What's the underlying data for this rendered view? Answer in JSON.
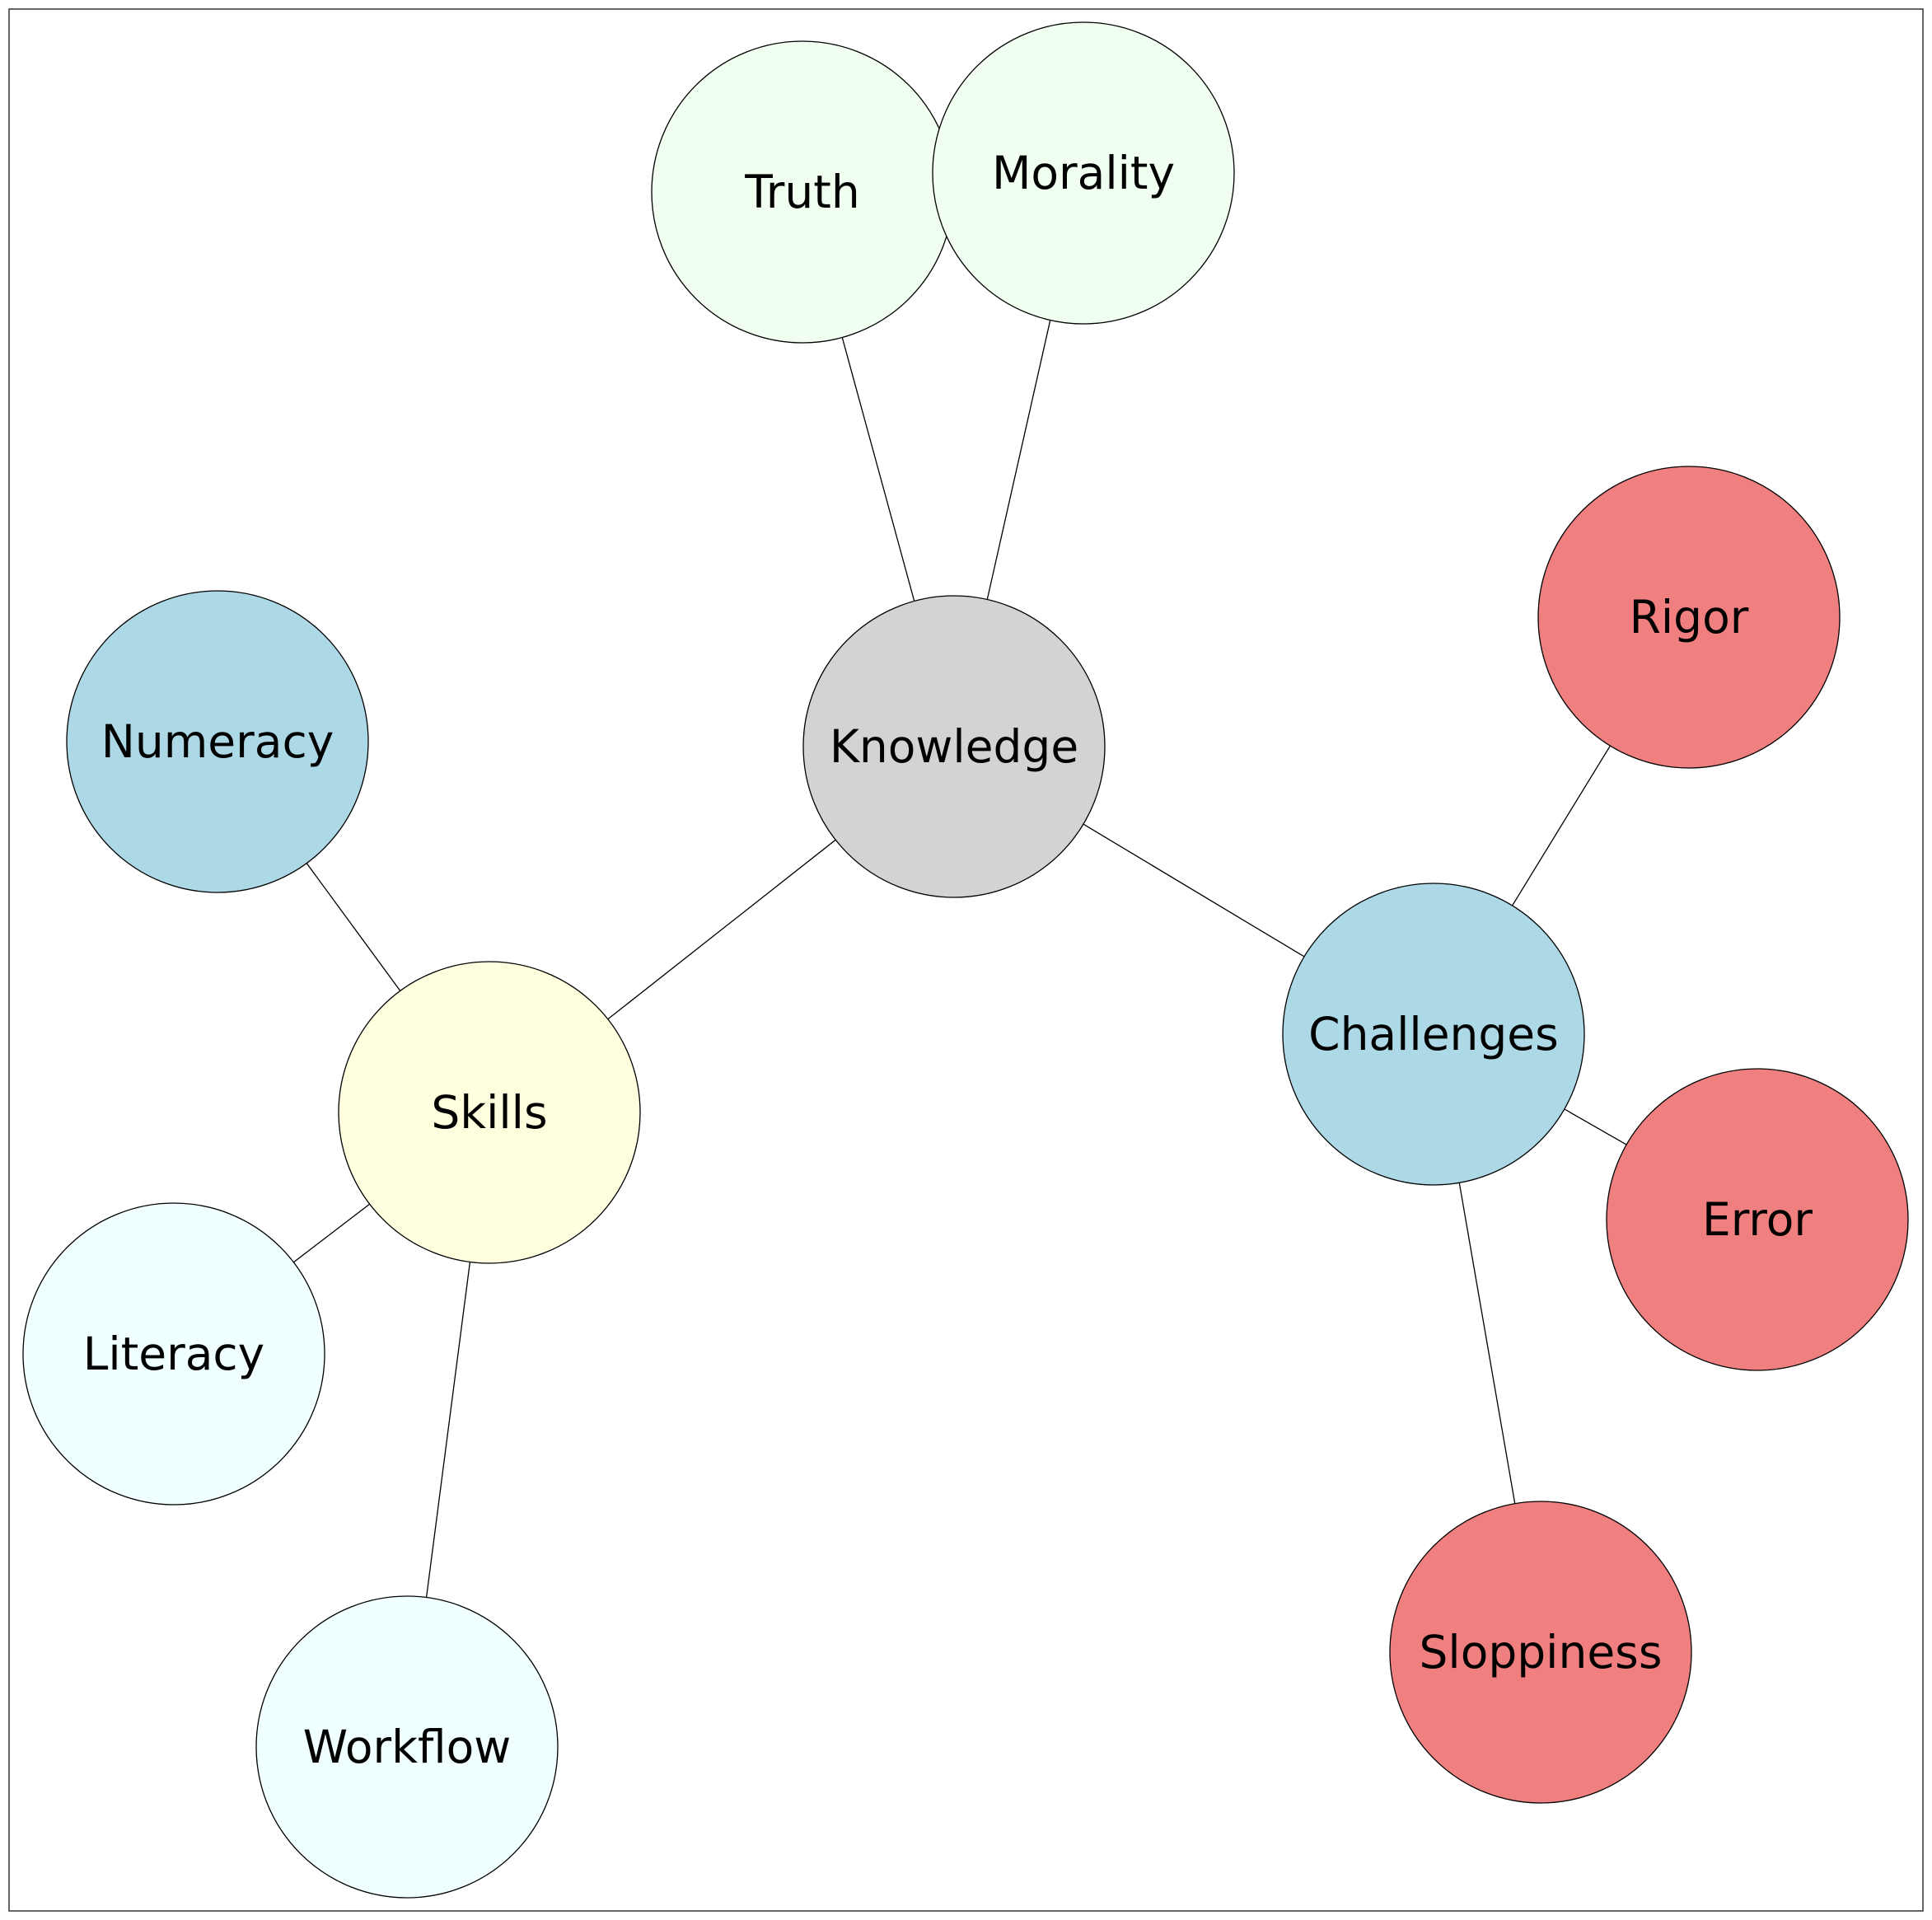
{
  "diagram": {
    "nodes": [
      {
        "id": "knowledge",
        "label": "Knowledge",
        "color": "#d3d3d3"
      },
      {
        "id": "truth",
        "label": "Truth",
        "color": "#f0fff0"
      },
      {
        "id": "morality",
        "label": "Morality",
        "color": "#f0fff0"
      },
      {
        "id": "skills",
        "label": "Skills",
        "color": "#ffffe0"
      },
      {
        "id": "numeracy",
        "label": "Numeracy",
        "color": "#add8e6"
      },
      {
        "id": "literacy",
        "label": "Literacy",
        "color": "#f0ffff"
      },
      {
        "id": "workflow",
        "label": "Workflow",
        "color": "#f0ffff"
      },
      {
        "id": "challenges",
        "label": "Challenges",
        "color": "#add8e6"
      },
      {
        "id": "rigor",
        "label": "Rigor",
        "color": "#f08080"
      },
      {
        "id": "error",
        "label": "Error",
        "color": "#f08080"
      },
      {
        "id": "sloppiness",
        "label": "Sloppiness",
        "color": "#f08080"
      }
    ],
    "edges": [
      {
        "from": "knowledge",
        "to": "truth"
      },
      {
        "from": "knowledge",
        "to": "morality"
      },
      {
        "from": "knowledge",
        "to": "skills"
      },
      {
        "from": "knowledge",
        "to": "challenges"
      },
      {
        "from": "skills",
        "to": "numeracy"
      },
      {
        "from": "skills",
        "to": "literacy"
      },
      {
        "from": "skills",
        "to": "workflow"
      },
      {
        "from": "challenges",
        "to": "rigor"
      },
      {
        "from": "challenges",
        "to": "error"
      },
      {
        "from": "challenges",
        "to": "sloppiness"
      }
    ]
  }
}
